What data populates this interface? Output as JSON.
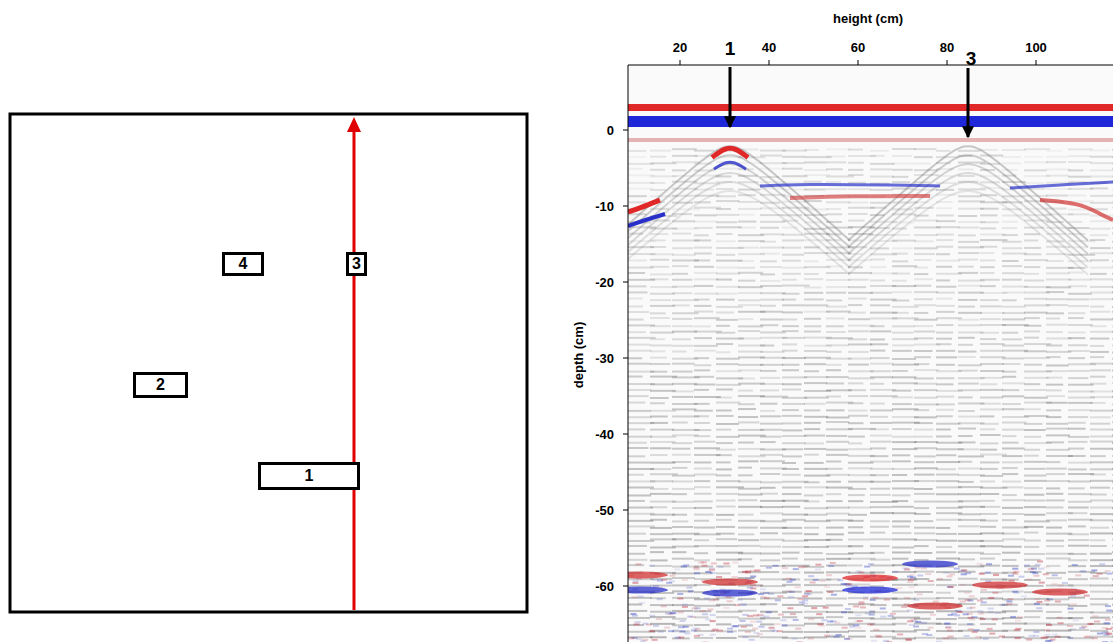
{
  "diagram": {
    "nodes": [
      {
        "text": [
          "4"
        ]
      },
      {
        "text": [
          "3"
        ]
      },
      {
        "text": [
          "2"
        ]
      },
      {
        "text": [
          "1"
        ]
      }
    ],
    "labels": [
      "height (cm)",
      "20",
      "1",
      "40",
      "60",
      "80",
      "3",
      "100",
      "0",
      "-10",
      "-20",
      "-30",
      "-40",
      "-50",
      "-60",
      "depth (cm)"
    ]
  }
}
